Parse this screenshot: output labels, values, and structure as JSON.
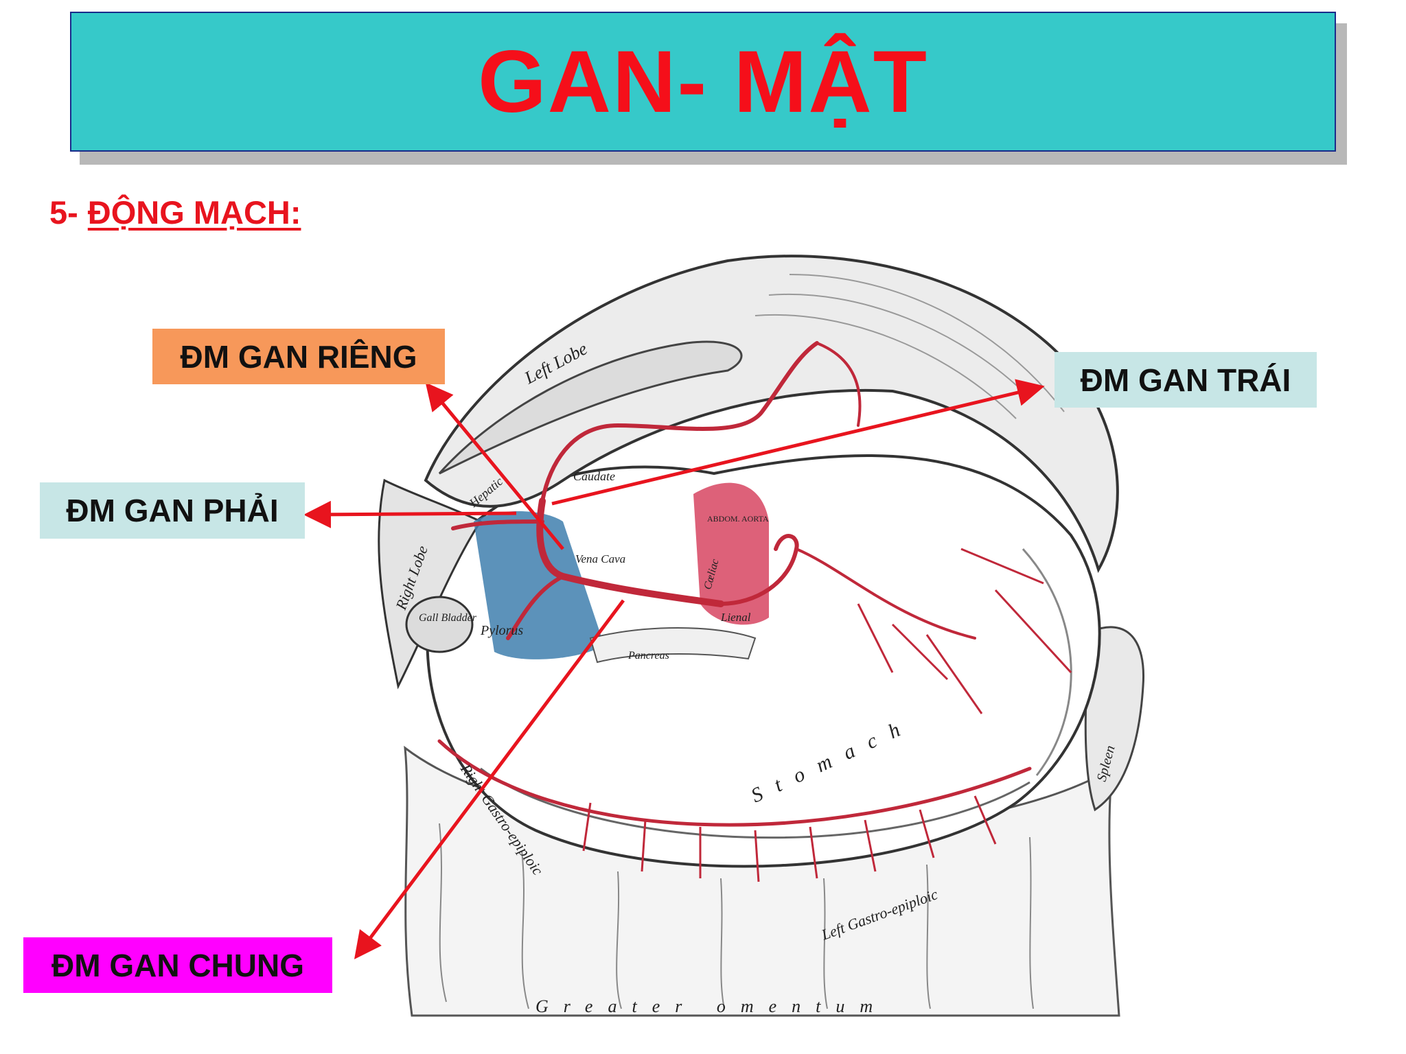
{
  "slide": {
    "title": "GAN- MẬT",
    "section_number": "5-",
    "section_title": "ĐỘNG MẠCH:"
  },
  "labels": {
    "proper_hepatic": "ĐM GAN RIÊNG",
    "left_hepatic": "ĐM GAN TRÁI",
    "right_hepatic": "ĐM GAN PHẢI",
    "common_hepatic": "ĐM GAN CHUNG"
  },
  "diagram_text": {
    "left_lobe": "Left Lobe",
    "right_lobe": "Right Lobe",
    "caudate": "Caudate",
    "hepatic": "Hepatic",
    "vena_cava": "Vena Cava",
    "abdominal_aorta": "ABDOM. AORTA",
    "coeliac": "Cœliac",
    "lienal": "Lienal",
    "gall_bladder": "Gall Bladder",
    "pylorus": "Pylorus",
    "pancreas": "Pancreas",
    "stomach": "Stomach",
    "spleen": "Spleen",
    "right_gastro_epiploic": "Right Gastro-epiploic",
    "left_gastro_epiploic": "Left Gastro-epiploic",
    "greater_omentum": "Greater omentum"
  },
  "colors": {
    "title_text": "#f50f1a",
    "banner": "#36c9c9",
    "artery": "#c0283a",
    "arrow": "#e8141e"
  }
}
